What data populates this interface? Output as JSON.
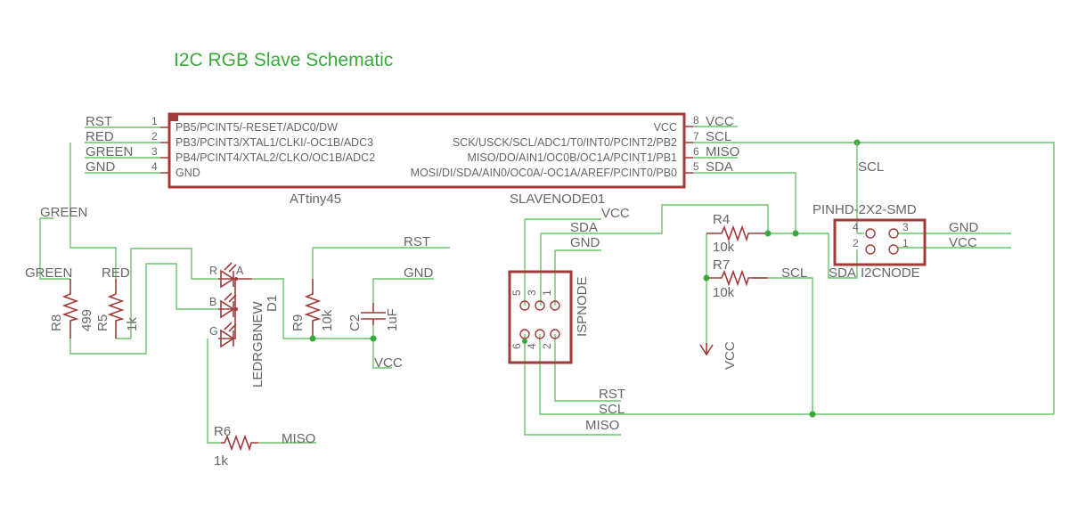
{
  "title": "I2C RGB Slave Schematic",
  "colors": {
    "wire": "#6cc46c",
    "part": "#a33a3a",
    "junction": "#3aa83a",
    "text": "#666666",
    "title": "#3aa83a"
  },
  "ic": {
    "name": "ATtiny45",
    "value": "SLAVENODE01",
    "left_pins": [
      {
        "num": "1",
        "name": "PB5/PCINT5/-RESET/ADC0/DW",
        "net": "RST"
      },
      {
        "num": "2",
        "name": "PB3/PCINT3/XTAL1/CLKI/-OC1B/ADC3",
        "net": "RED"
      },
      {
        "num": "3",
        "name": "PB4/PCINT4/XTAL2/CLKO/OC1B/ADC2",
        "net": "GREEN"
      },
      {
        "num": "4",
        "name": "GND",
        "net": "GND"
      }
    ],
    "right_pins": [
      {
        "num": "8",
        "name": "VCC",
        "net": "VCC"
      },
      {
        "num": "7",
        "name": "SCK/USCK/SCL/ADC1/T0/INT0/PCINT2/PB2",
        "net": "SCL"
      },
      {
        "num": "6",
        "name": "MISO/DO/AIN1/OC0B/OC1A/PCINT1/PB1",
        "net": "MISO"
      },
      {
        "num": "5",
        "name": "MOSI/DI/SDA/AIN0/OC0A/-OC1A/AREF/PCINT0/PB0",
        "net": "SDA"
      }
    ]
  },
  "resistors": {
    "r8": {
      "name": "R8",
      "value": "499",
      "net": "GREEN"
    },
    "r5": {
      "name": "R5",
      "value": "1k",
      "net": "RED"
    },
    "r9": {
      "name": "R9",
      "value": "10k"
    },
    "r6": {
      "name": "R6",
      "value": "1k",
      "net": "MISO"
    },
    "r4": {
      "name": "R4",
      "value": "10k"
    },
    "r7": {
      "name": "R7",
      "value": "10k",
      "net": "SCL"
    }
  },
  "net_labels": {
    "green_top": "GREEN",
    "rst": "RST",
    "gnd": "GND",
    "vcc": "VCC",
    "isp_vcc": "VCC",
    "isp_sda": "SDA",
    "isp_gnd": "GND",
    "isp_rst": "RST",
    "isp_scl": "SCL",
    "isp_miso": "MISO",
    "pull_vcc": "VCC",
    "hdr_scl": "SCL",
    "hdr_sda": "SDA",
    "hdr_gnd": "GND",
    "hdr_vcc": "VCC"
  },
  "capacitor": {
    "name": "C2",
    "value": "1uF"
  },
  "led": {
    "name": "D1",
    "value": "LEDRGBNEW",
    "pins": [
      "R",
      "B",
      "G",
      "A"
    ]
  },
  "isp": {
    "name": "ISPNODE",
    "pins": [
      "5",
      "3",
      "1",
      "6",
      "4",
      "2"
    ]
  },
  "header": {
    "name": "I2CNODE",
    "value": "PINHD-2X2-SMD",
    "pins": [
      "4",
      "2",
      "3",
      "1"
    ]
  }
}
